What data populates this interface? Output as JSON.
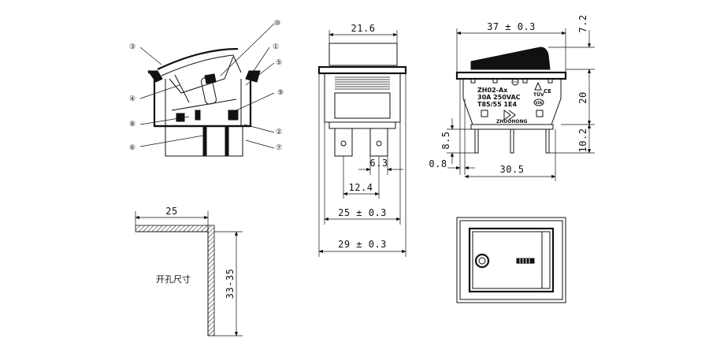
{
  "side_view": {
    "callouts": [
      "①",
      "②",
      "③",
      "④",
      "⑤",
      "⑥",
      "⑦",
      "⑧",
      "⑨",
      "⑩"
    ]
  },
  "front_view": {
    "dim_top": "21.6",
    "dim_pin_gap": "6.3",
    "dim_pin_pitch": "12.4",
    "dim_body_width": "25 ± 0.3",
    "dim_overall_width": "29 ± 0.3"
  },
  "right_view": {
    "dim_top_width": "37 ± 0.3",
    "dim_rocker_height": "7.2",
    "dim_body_height": "20",
    "dim_pin_height": "10.2",
    "dim_small_height": "8.5",
    "dim_frame": "0.8",
    "dim_bottom_width": "30.5",
    "marking_model": "ZH02-Ax",
    "marking_rating": "30A 250VAC",
    "marking_temp": "T85/55  1E4",
    "marking_brand": "ZHUOHONG",
    "marking_tuv": "TÜV",
    "marking_ce": "CE",
    "marking_vde": "VDE"
  },
  "cutout": {
    "dim_width": "25",
    "dim_height": "33-35",
    "label": "开孔尺寸"
  }
}
